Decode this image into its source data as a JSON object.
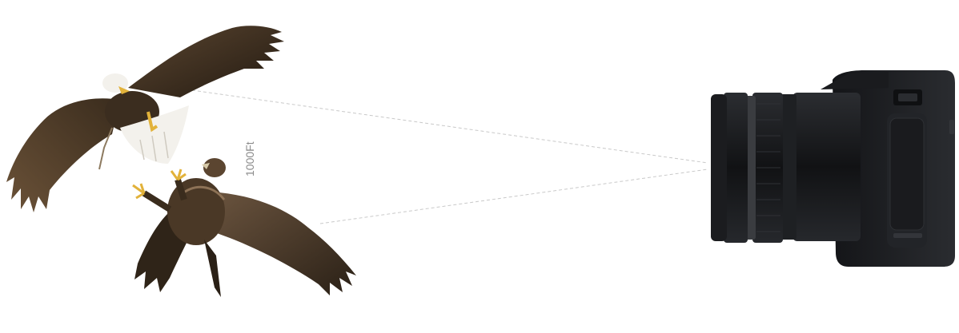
{
  "scene": {
    "distance_label": "1000Ft"
  },
  "colors": {
    "background": "#ffffff",
    "sight_line": "#c9c9c9",
    "label_text": "#8a8a8a",
    "eagle_wing_dark": "#2f2418",
    "eagle_wing_mid": "#5a4530",
    "eagle_white": "#f3f1ec",
    "eagle_beak": "#e2b23a",
    "camera_body": "#1c1d20",
    "camera_highlight": "#3a3c40"
  },
  "icons": {
    "upper_eagle": "bald-eagle-flying",
    "lower_eagle": "juvenile-eagle-talons-up",
    "camera": "mirrorless-camera"
  }
}
